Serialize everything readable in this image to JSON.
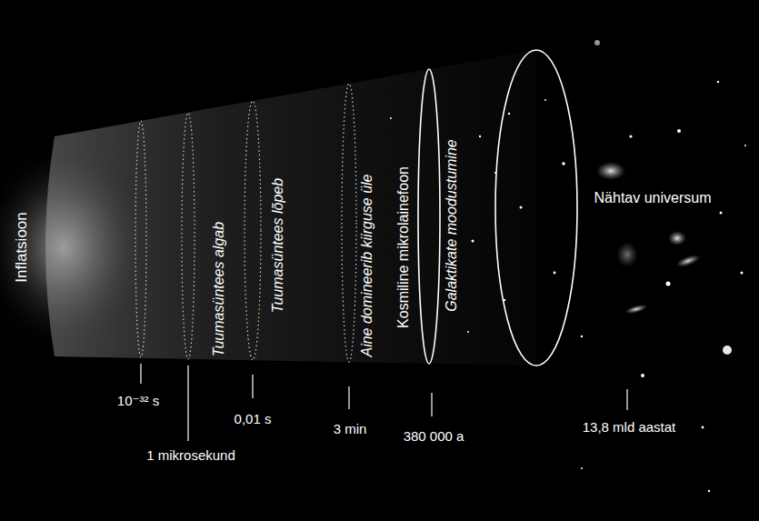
{
  "diagram": {
    "labels": [
      "Inflatsioon",
      "Tuumasüntees algab",
      "Tuumasüntees lõpeb",
      "Aine domineerib kiirguse üle",
      "Kosmiline mikrolainefoon",
      "Galaktikate moodustumine",
      "Nähtav universum",
      "10⁻³² s",
      "1 mikrosekund",
      "0,01 s",
      "3 min",
      "380 000 a",
      "13,8 mld aastat"
    ]
  }
}
